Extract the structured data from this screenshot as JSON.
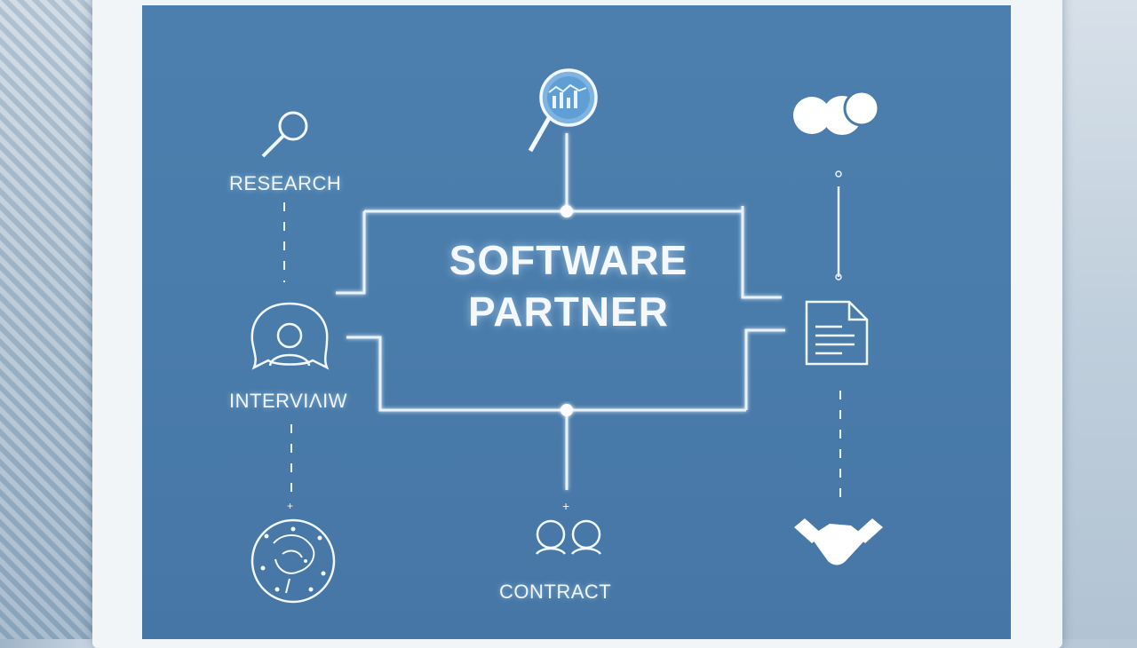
{
  "diagram": {
    "title_line1": "SOFTWARE",
    "title_line2": "PARTNER",
    "labels": {
      "research": "RESEARCH",
      "interview": "INTERVIɅIW",
      "contract": "CONTRACT"
    },
    "icons": [
      "magnifier-icon",
      "magnifier-chart-icon",
      "chat-bubbles-icon",
      "person-speech-icon",
      "document-icon",
      "brain-globe-icon",
      "two-people-icon",
      "handshake-icon"
    ],
    "colors": {
      "screen": "#4a7cab",
      "line": "#e8f2fb",
      "glow": "#9fd2ff"
    }
  }
}
